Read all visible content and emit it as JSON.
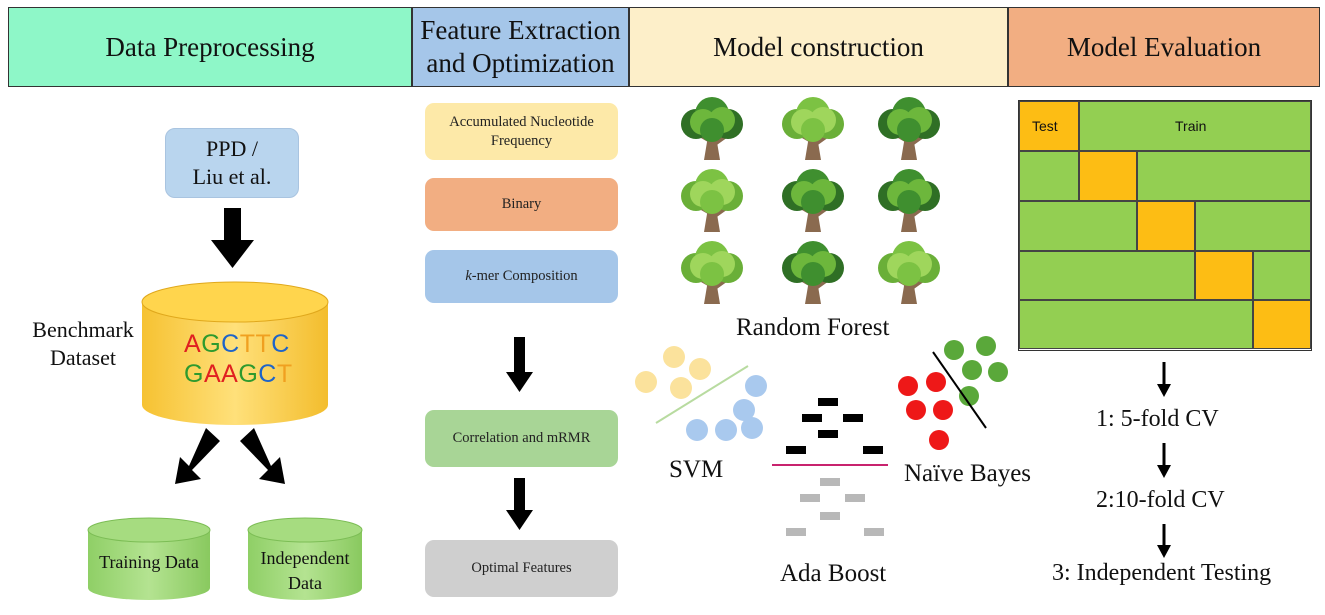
{
  "header": {
    "preprocessing": "Data Preprocessing",
    "feature_line1": "Feature Extraction",
    "feature_line2": "and Optimization",
    "model_construction": "Model construction",
    "model_evaluation": "Model Evaluation"
  },
  "preprocessing": {
    "source_line1": "PPD /",
    "source_line2": "Liu et al.",
    "benchmark_line1": "Benchmark",
    "benchmark_line2": "Dataset",
    "seq_row1": [
      "A",
      "G",
      "C",
      "T",
      "T",
      "C"
    ],
    "seq_row2": [
      "G",
      "A",
      "A",
      "G",
      "C",
      "T"
    ],
    "training": "Training  Data",
    "independent_line1": "Independent",
    "independent_line2": "Data"
  },
  "features": {
    "anf_line1": "Accumulated Nucleotide",
    "anf_line2": "Frequency",
    "binary": "Binary",
    "kmer_italic": "k",
    "kmer_rest": "-mer Composition",
    "correlation": "Correlation and mRMR",
    "optimal": "Optimal Features"
  },
  "models": {
    "random_forest": "Random Forest",
    "svm": "SVM",
    "ada_boost": "Ada Boost",
    "naive_bayes": "Naïve Bayes"
  },
  "evaluation": {
    "test_label": "Test",
    "train_label": "Train",
    "cv1": "1: 5-fold CV",
    "cv2": "2:10-fold CV",
    "cv3": "3: Independent Testing"
  },
  "colors": {
    "nuc_A": "#e02020",
    "nuc_G": "#2e9a2e",
    "nuc_C": "#1e64c8",
    "nuc_T": "#f0a020",
    "train_green": "#93cf52",
    "test_yellow": "#fdbd14"
  }
}
